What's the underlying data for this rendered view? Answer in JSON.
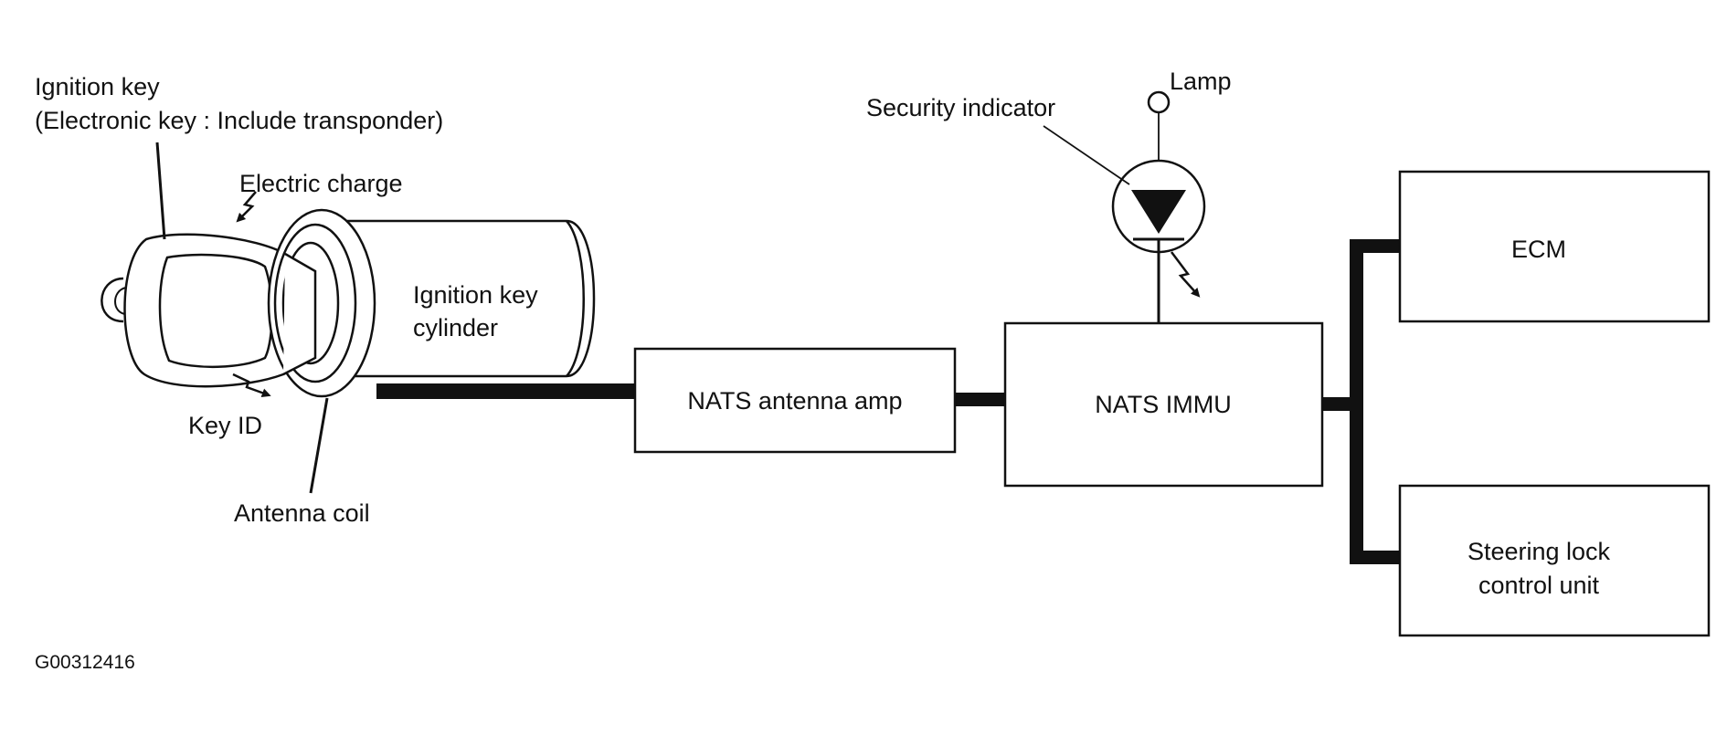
{
  "diagram": {
    "key_label_line1": "Ignition key",
    "key_label_line2": "(Electronic key : Include transponder)",
    "electric_charge": "Electric charge",
    "key_id": "Key ID",
    "antenna_coil": "Antenna coil",
    "cylinder_line1": "Ignition key",
    "cylinder_line2": "cylinder",
    "antenna_amp": "NATS antenna amp",
    "immu": "NATS IMMU",
    "security_indicator": "Security indicator",
    "lamp": "Lamp",
    "ecm": "ECM",
    "steering_line1": "Steering lock",
    "steering_line2": "control unit",
    "figure_code": "G00312416"
  },
  "colors": {
    "ink": "#111111",
    "background": "#ffffff"
  }
}
